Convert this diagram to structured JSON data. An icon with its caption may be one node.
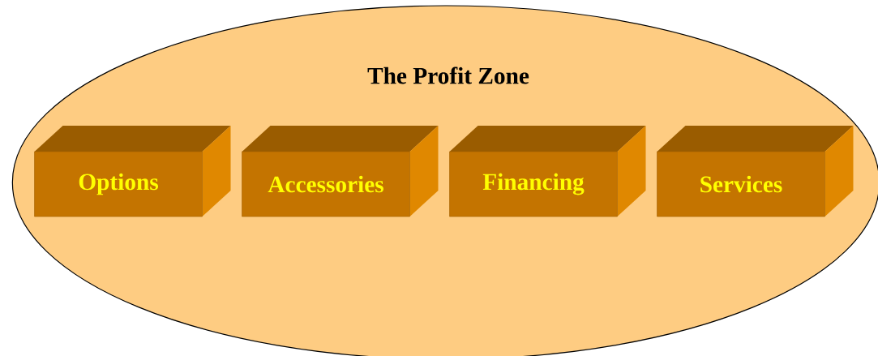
{
  "diagram": {
    "nodes": [
      {
        "text": [
          "The Profit Zone"
        ]
      },
      {
        "text": [
          "Options"
        ],
        "in": 0
      },
      {
        "text": [
          "Accessories"
        ],
        "in": 0
      },
      {
        "text": [
          "Financing"
        ],
        "in": 0
      },
      {
        "text": [
          "Services"
        ],
        "in": 0
      }
    ]
  }
}
